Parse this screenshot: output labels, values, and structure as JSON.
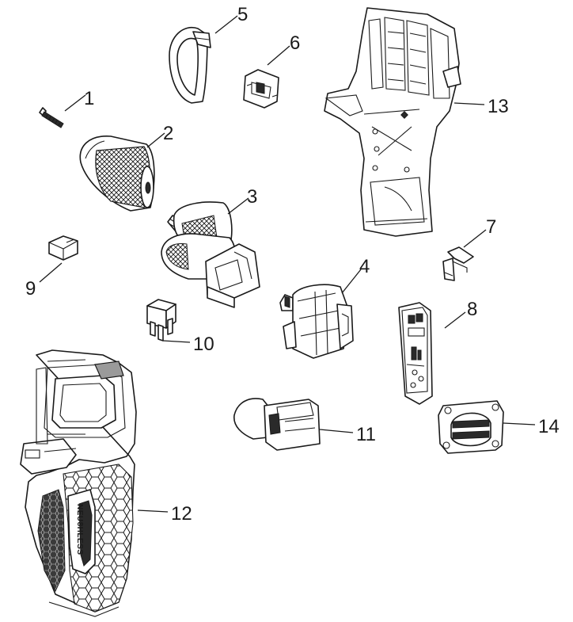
{
  "diagram": {
    "type": "exploded-parts-view",
    "callouts": [
      {
        "id": "1",
        "label": "1"
      },
      {
        "id": "2",
        "label": "2"
      },
      {
        "id": "3",
        "label": "3"
      },
      {
        "id": "4",
        "label": "4"
      },
      {
        "id": "5",
        "label": "5"
      },
      {
        "id": "6",
        "label": "6"
      },
      {
        "id": "7",
        "label": "7"
      },
      {
        "id": "8",
        "label": "8"
      },
      {
        "id": "9",
        "label": "9"
      },
      {
        "id": "10",
        "label": "10"
      },
      {
        "id": "11",
        "label": "11"
      },
      {
        "id": "12",
        "label": "12"
      },
      {
        "id": "13",
        "label": "13"
      },
      {
        "id": "14",
        "label": "14"
      }
    ],
    "housing_brand_text": "NEU8HLESS",
    "colors": {
      "line": "#1a1a1a",
      "background": "#ffffff",
      "fill_dark": "#2a2a2a",
      "fill_gray": "#9a9a9a"
    }
  }
}
